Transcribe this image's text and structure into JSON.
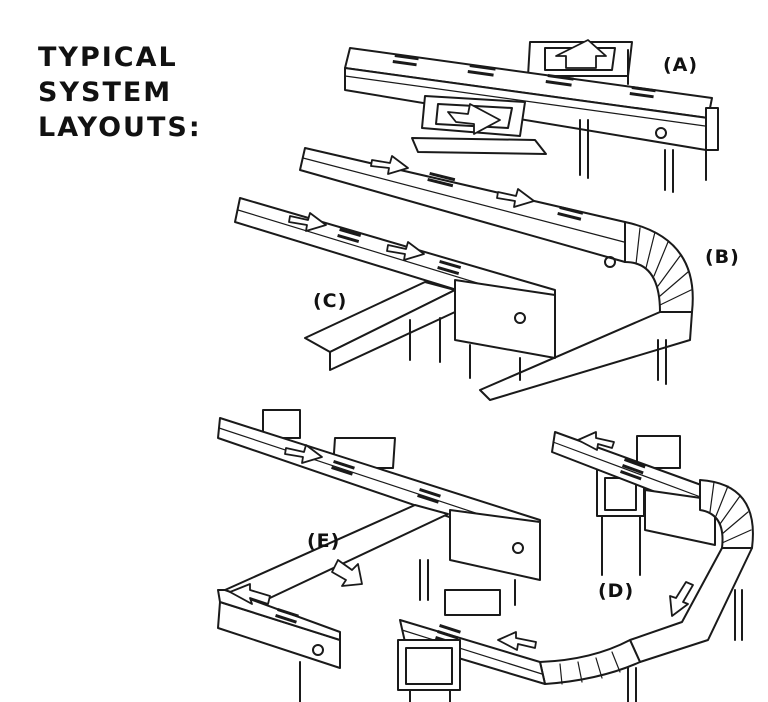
{
  "title": {
    "line1": "TYPICAL",
    "line2": "SYSTEM",
    "line3": "LAYOUTS:"
  },
  "labels": {
    "a": "(A)",
    "b": "(B)",
    "c": "(C)",
    "d": "(D)",
    "e": "(E)"
  },
  "colors": {
    "ink": "#1a1a1a",
    "paper": "#ffffff"
  }
}
